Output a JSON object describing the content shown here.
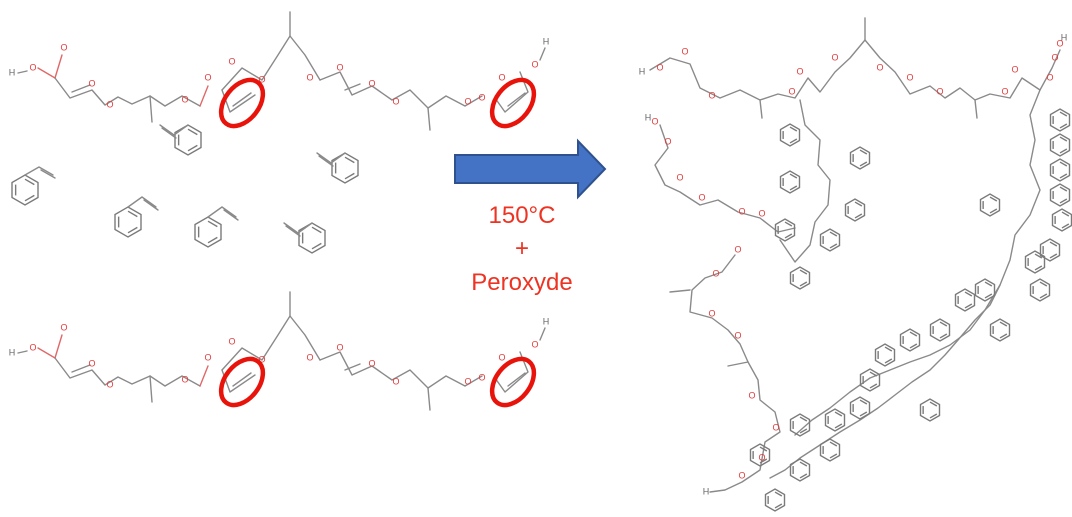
{
  "reaction": {
    "condition_temperature": "150°C",
    "condition_plus": "+",
    "condition_reagent": "Peroxyde"
  },
  "atom_labels": {
    "oxygen": "O",
    "hydrogen": "H"
  },
  "colors": {
    "bond": "#8a8a8a",
    "oxygen": "#e23b3b",
    "highlight": "#e8140c",
    "arrow_fill": "#4472c4",
    "arrow_stroke": "#2f528f",
    "condition_text": "#ee3322"
  }
}
